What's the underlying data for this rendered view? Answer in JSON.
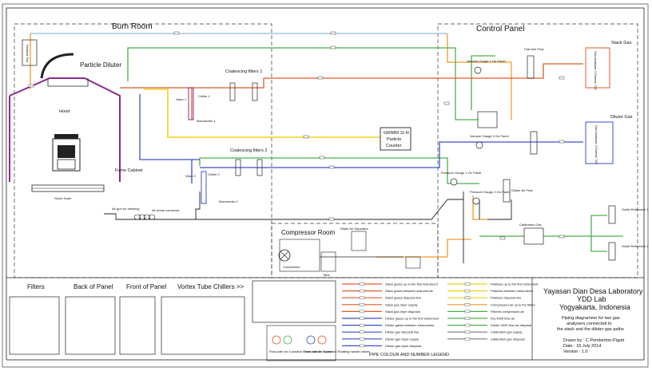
{
  "areas": {
    "burn_room": "Burn Room",
    "control_panel": "Control Panel",
    "compressor_room": "Compressor Room"
  },
  "components": {
    "exhaust_fan": "Exhaust Fan",
    "particle_diluter": "Particle Diluter",
    "hood": "Hood",
    "fume_cabinet": "Fume Cabinet",
    "stove_scale": "Stove Scale",
    "coalescing_filters_1": "Coalescing filters 1",
    "coalescing_filters_2": "Coalescing filters 2",
    "chiller_1": "Chiller 1",
    "chiller_2": "Chiller 2",
    "valve_1": "Valve 1",
    "valve_2": "Valve 2",
    "manometer_1": "Manometer 1",
    "manometer_2": "Manometer 2",
    "grimm_line1": "GRIMM 11-R",
    "grimm_line2": "Particle",
    "grimm_line3": "Counter",
    "air_gun": "Air gun for cleaning",
    "air_break": "Air break connector",
    "stack_gas": "Stack Gas",
    "dilutor_gas": "Dilutor Gas",
    "gas_analyser_1": "Gas Analyser 1 Enerac 700",
    "gas_analyser_2": "Gas Analyser 2 Enerac 700",
    "vacuum_gauge_1": "Vacuum Gauge 1 On Panel",
    "vacuum_gauge_2": "Vacuum Gauge 2 On Panel",
    "pressure_gauge_1": "Pressure Gauge 1 On Panel",
    "pressure_gauge_2": "Pressure Gauge 2 On Panel",
    "fast_line_flow": "Fast line Flow",
    "dilutor_air_flow": "Dilutor Air Flow",
    "calibration_gas": "Calibration Gas",
    "compressor": "Compressor",
    "tank": "Tank",
    "water_air_separator": "Water Air Separator",
    "outlet_reference_1": "Outlet Reference 1",
    "outlet_reference_2": "Outlet Reference 2"
  },
  "bottom_panels": {
    "filters": "Filters",
    "back_of_panel": "Back of Panel",
    "front_of_panel": "Front of Panel",
    "vortex_tube_chillers": "Vortex Tube Chillers >>"
  },
  "legend": {
    "title": "PIPE COLOUR AND NUMBER LEGEND",
    "entries": [
      {
        "text": "Stack gases up to the first instrument",
        "color": "#e05a2a"
      },
      {
        "text": "Stack gases between instruments",
        "color": "#e05a2a"
      },
      {
        "text": "Stack gases disposal line",
        "color": "#e05a2a"
      },
      {
        "text": "Stack gas dryer supply",
        "color": "#e05a2a"
      },
      {
        "text": "Stack gas dryer disposal",
        "color": "#e05a2a"
      },
      {
        "text": "Dilutor gases up to the first instrument",
        "color": "#3a4fd1"
      },
      {
        "text": "Dilutor gases between instruments",
        "color": "#3a4fd1"
      },
      {
        "text": "Dilutor gas disposal line",
        "color": "#3a4fd1"
      },
      {
        "text": "Dilutor gas dryer supply",
        "color": "#3a4fd1"
      },
      {
        "text": "Dilutor gas dryer disposal",
        "color": "#3a4fd1"
      },
      {
        "text": "Particles up to the first instrument",
        "color": "#f2d21a"
      },
      {
        "text": "Particles between instruments",
        "color": "#f2d21a"
      },
      {
        "text": "Particles disposal line",
        "color": "#f2d21a"
      },
      {
        "text": "Compressed air up to the filters",
        "color": "#f09a2a"
      },
      {
        "text": "Filtered compressed air",
        "color": "#4ab04a"
      },
      {
        "text": "Dry 4000 flow air",
        "color": "#4ab04a"
      },
      {
        "text": "Dilutor 4000 flow air disposal",
        "color": "#4ab04a"
      },
      {
        "text": "Calibration gas supply",
        "color": "#7a7a7a"
      },
      {
        "text": "Calibration gas disposal",
        "color": "#7a7a7a"
      }
    ]
  },
  "mini_notes": {
    "left": "Flow path for 3 position Lever handle valves",
    "right": "Flow path for 3 position Rotating handle valves"
  },
  "title_block": {
    "org": "Yayasan Dian Desa Laboratory",
    "lab": "YDD Lab",
    "city": "Yogyakarta, Indonesia",
    "desc1": "Piping diagramme for two gas",
    "desc2": "analysers connected to",
    "desc3": "the stack and the diluter gas paths",
    "drawn": "Drawn by : C Pemberton-Pigott",
    "date": "Date : 15 July 2014",
    "version": "Version : 1.0"
  },
  "colors": {
    "stack": "#e05a2a",
    "dilutor": "#3a4fd1",
    "particles": "#f2d21a",
    "compressed": "#f09a2a",
    "filtered": "#4ab04a",
    "calib": "#7a7a7a",
    "hood": "#8a2b8a",
    "diluter_line": "#a3c9e6"
  }
}
